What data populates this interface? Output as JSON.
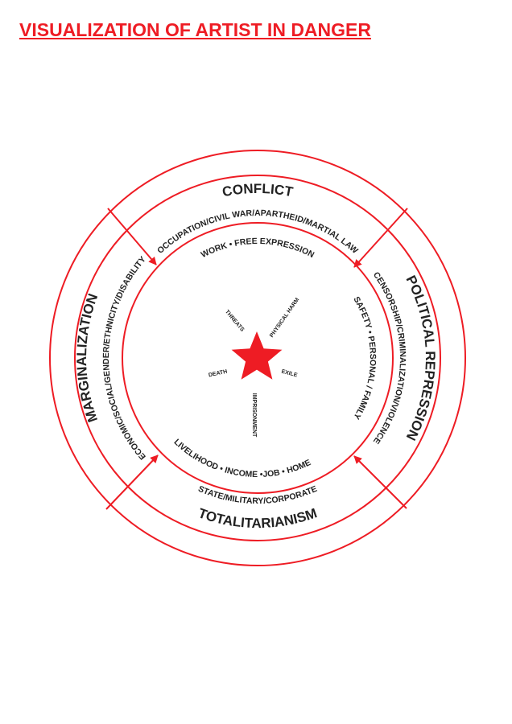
{
  "title": "VISUALIZATION OF ARTIST IN DANGER",
  "colors": {
    "accent": "#ee1c24",
    "text": "#222222",
    "background": "#ffffff"
  },
  "outer_ring": {
    "top": "CONFLICT",
    "right": "POLITICAL REPRESSION",
    "bottom": "TOTALITARIANISM",
    "left": "MARGINALIZATION"
  },
  "middle_ring": {
    "top": "OCCUPATION/CIVIL WAR/APARTHEID/MARTIAL LAW",
    "right": "CENSORSHIP/CRIMINALIZATION/VIOLENCE",
    "bottom": "STATE/MILITARY/CORPORATE",
    "left": "ECONOMIC/SOCIAL/GENDER/ETHNICITY/DISABILITY"
  },
  "inner_circle": {
    "top": "WORK • FREE EXPRESSION",
    "right": "SAFETY • PERSONAL / FAMILY",
    "bottom": "LIVELIHOOD • INCOME •JOB • HOME"
  },
  "center": {
    "icon": "star-icon",
    "threats": [
      "THREATS",
      "PHYSICAL HARM",
      "DEATH",
      "EXILE",
      "IMPRISONMENT"
    ]
  }
}
